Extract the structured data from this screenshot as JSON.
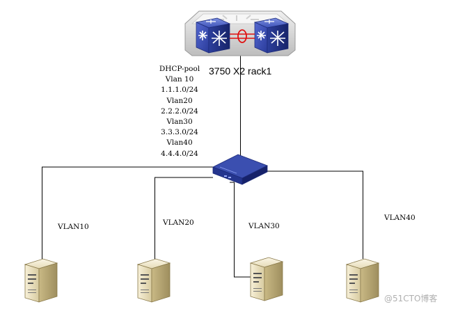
{
  "core": {
    "label": "3750 X2 rack1"
  },
  "dhcp_pool": {
    "lines": [
      "DHCP-pool",
      "Vlan 10",
      "1.1.1.0/24",
      "Vlan20",
      "2.2.2.0/24",
      "Vlan30",
      "3.3.3.0/24",
      "Vlan40",
      "4.4.4.0/24"
    ]
  },
  "vlans": [
    {
      "label": "VLAN10"
    },
    {
      "label": "VLAN20"
    },
    {
      "label": "VLAN30"
    },
    {
      "label": "VLAN40"
    }
  ],
  "watermark": "@51CTO博客",
  "icons": [
    "core-switch-stack-icon",
    "access-switch-icon",
    "server-icon"
  ]
}
